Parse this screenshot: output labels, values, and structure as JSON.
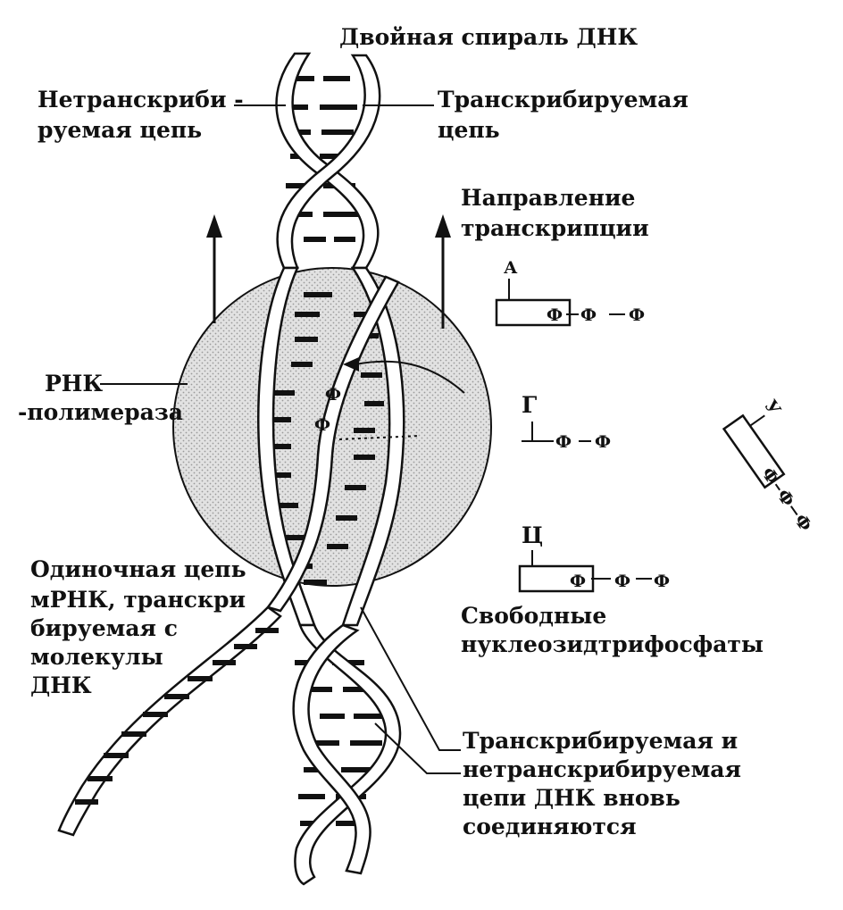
{
  "title": "Двойная спираль ДНК",
  "labels": {
    "nontemplate_1": "Нетранскриби -",
    "nontemplate_2": "руемая цепь",
    "template_1": "Транскрибируемая",
    "template_2": "цепь",
    "direction_1": "Направление",
    "direction_2": "транскрипции",
    "rnapol_1": "РНК",
    "rnapol_2": "-полимераза",
    "mrna_1": "Одиночная цепь",
    "mrna_2": "мРНК, транскри",
    "mrna_3": "бируемая с",
    "mrna_4": "молекулы",
    "mrna_5": "ДНК",
    "rejoin_1": "Транскрибируемая и",
    "rejoin_2": "нетранскрибируемая",
    "rejoin_3": "цепи ДНК вновь",
    "rejoin_4": "соединяются",
    "free_1": "Свободные",
    "free_2": "нуклеозидтрифосфаты"
  },
  "nucleotides": [
    {
      "base": "А",
      "phosphates": [
        "Ф",
        "Ф",
        "Ф"
      ]
    },
    {
      "base": "Г",
      "phosphates": [
        "Ф",
        "Ф"
      ]
    },
    {
      "base": "У",
      "phosphates": [
        "Ф",
        "Ф",
        "Ф"
      ]
    },
    {
      "base": "Ц",
      "phosphates": [
        "Ф",
        "Ф"
      ]
    }
  ],
  "incoming_phosphates": [
    "Ф",
    "Ф"
  ],
  "colors": {
    "ink": "#111111",
    "enzyme": "#dcdcdc",
    "paper": "#ffffff"
  }
}
